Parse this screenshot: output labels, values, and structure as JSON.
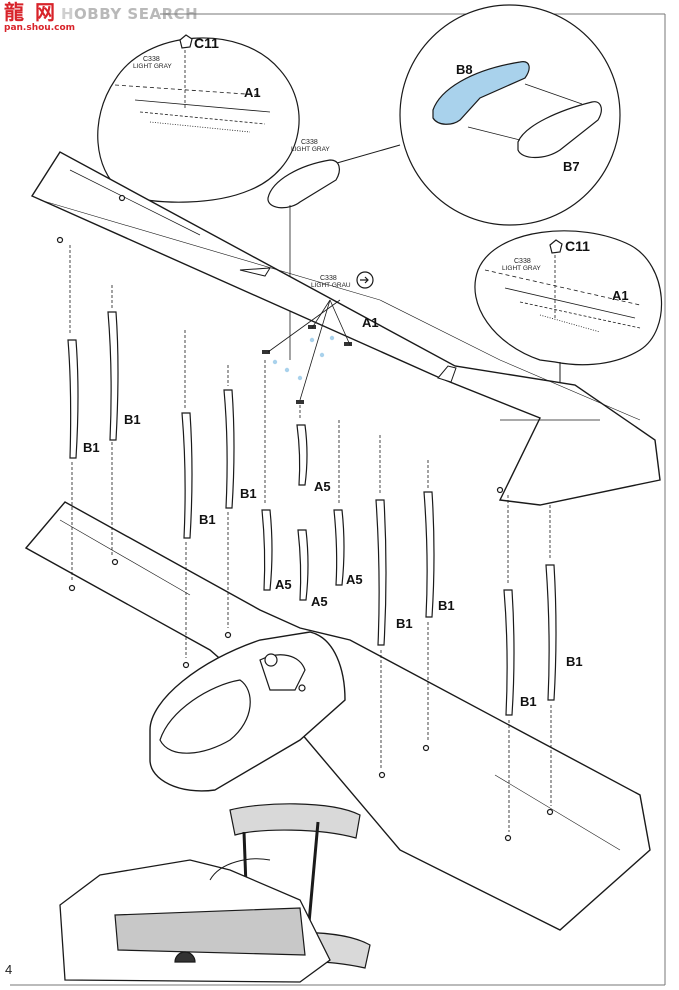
{
  "watermark": {
    "logo": "龍 网",
    "url": "pan.shou.com",
    "text_prefix": "H",
    "text_rest": "OBBY SEARCH"
  },
  "page_number": "4",
  "parts": {
    "c11": "C11",
    "a1": "A1",
    "b7": "B7",
    "b8": "B8",
    "b1": "B1",
    "a5": "A5"
  },
  "paints": {
    "code": "C338",
    "light_gray": "LIGHT GRAY",
    "light_grau": "LIGHT GRAU"
  },
  "colors": {
    "ink": "#1a1a1a",
    "panel_fill": "#ffffff",
    "highlight_blue": "#a9d2ec",
    "interior_gray": "#c8c8c8",
    "watermark_red": "#d8232a"
  }
}
